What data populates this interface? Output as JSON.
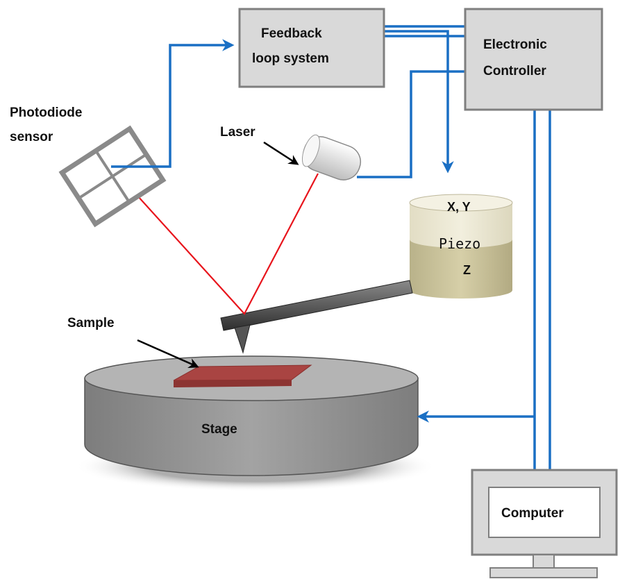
{
  "labels": {
    "feedback_line1": "Feedback",
    "feedback_line2": "loop system",
    "controller_line1": "Electronic",
    "controller_line2": "Controller",
    "photodiode_line1": "Photodiode",
    "photodiode_line2": "sensor",
    "laser": "Laser",
    "piezo_xy": "X, Y",
    "piezo": "Piezo",
    "piezo_z": "Z",
    "sample": "Sample",
    "stage": "Stage",
    "computer": "Computer"
  },
  "colors": {
    "signal_line": "#1a6fc4",
    "laser_beam": "#e8141c",
    "box_fill": "#d9d9d9",
    "box_stroke": "#7f7f7f",
    "sample": "#a94442",
    "stage": "#9a9a9a",
    "piezo": "#c8c29a"
  }
}
